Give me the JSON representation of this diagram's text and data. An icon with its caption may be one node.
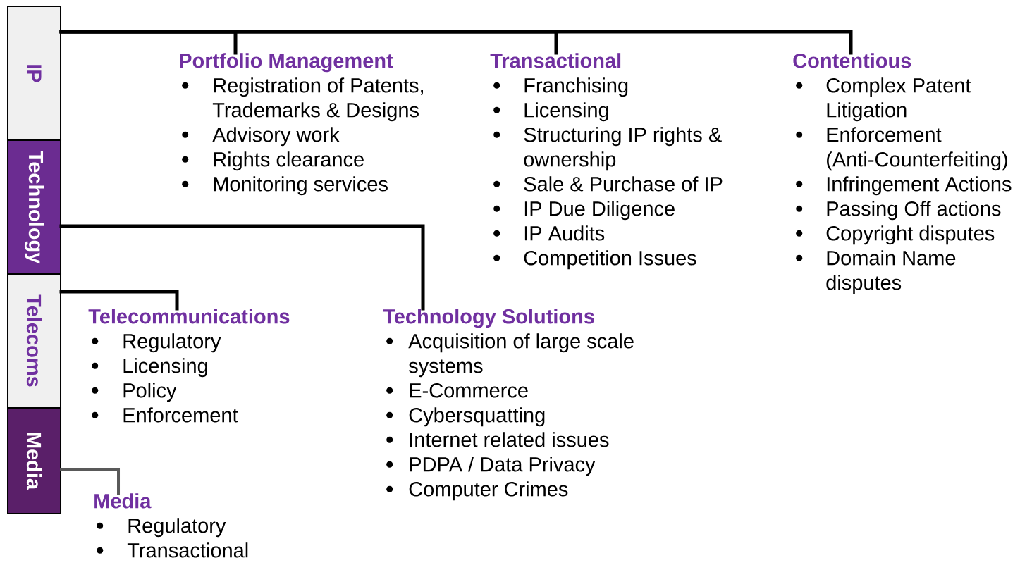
{
  "diagram": {
    "nodes": [
      {
        "text": [
          "IP"
        ]
      },
      {
        "text": [
          "Technology"
        ]
      },
      {
        "text": [
          "Telecoms"
        ]
      },
      {
        "text": [
          "Media"
        ]
      },
      {
        "text": [
          "Portfolio Management",
          "Registration of Patents, Trademarks & Designs",
          "Advisory work",
          "Rights clearance",
          "Monitoring services"
        ]
      },
      {
        "text": [
          "Transactional",
          "Franchising",
          "Licensing",
          "Structuring IP rights & ownership",
          "Sale & Purchase of IP",
          "IP Due Diligence",
          "IP Audits",
          "Competition Issues"
        ]
      },
      {
        "text": [
          "Contentious",
          "Complex Patent Litigation",
          "Enforcement (Anti-Counterfeiting)",
          "Infringement Actions",
          "Passing Off actions",
          "Copyright disputes",
          "Domain Name disputes"
        ]
      },
      {
        "text": [
          "Telecommunications",
          "Regulatory",
          "Licensing",
          "Policy",
          "Enforcement"
        ]
      },
      {
        "text": [
          "Technology Solutions",
          "Acquisition of large scale systems",
          "E-Commerce",
          "Cybersquatting",
          "Internet related issues",
          "PDPA / Data Privacy",
          "Computer Crimes"
        ]
      },
      {
        "text": [
          "Media",
          "Regulatory",
          "Transactional"
        ]
      }
    ],
    "edges": [
      {
        "from": 0,
        "to": 4,
        "arrow": "none"
      },
      {
        "from": 0,
        "to": 5,
        "arrow": "none"
      },
      {
        "from": 0,
        "to": 6,
        "arrow": "none"
      },
      {
        "from": 1,
        "to": 8,
        "arrow": "none"
      },
      {
        "from": 2,
        "to": 7,
        "arrow": "none"
      },
      {
        "from": 3,
        "to": 9,
        "arrow": "none",
        "color": "#595959"
      }
    ]
  }
}
